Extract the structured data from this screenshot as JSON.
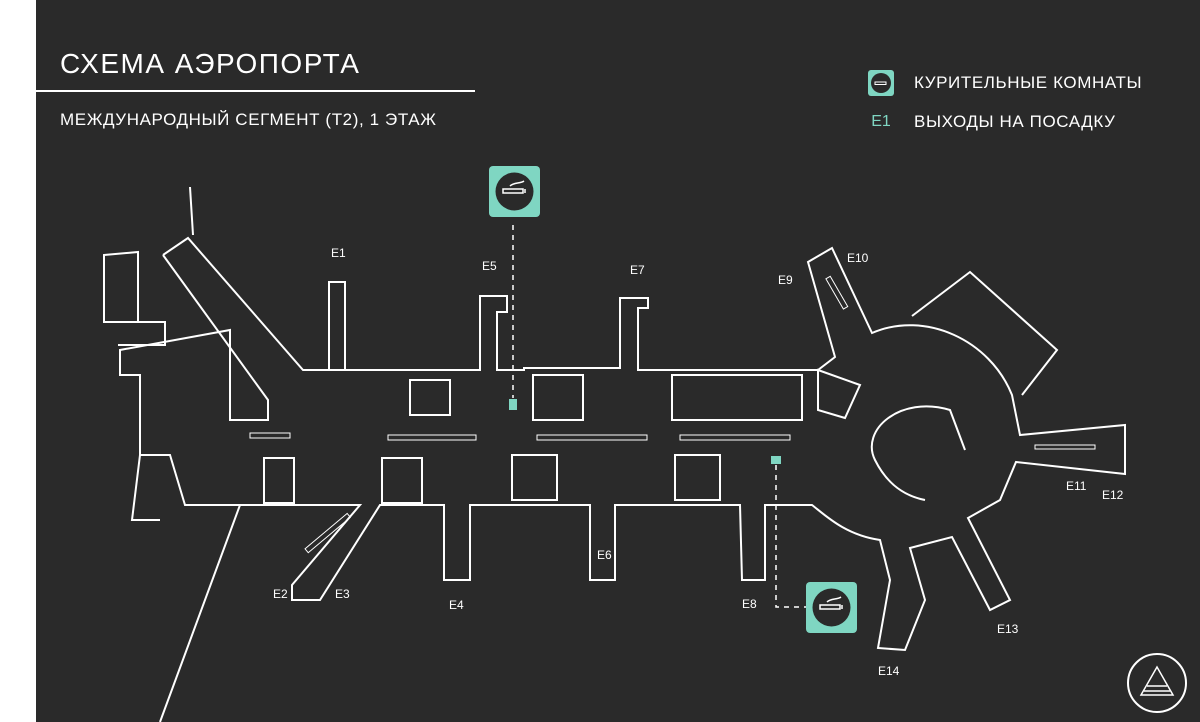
{
  "title": "СХЕМА АЭРОПОРТА",
  "subtitle": "МЕЖДУНАРОДНЫЙ СЕГМЕНТ (Т2), 1 ЭТАЖ",
  "legend": {
    "smoking_label": "КУРИТЕЛЬНЫЕ КОМНАТЫ",
    "gate_code": "E1",
    "gates_label": "ВЫХОДЫ НА ПОСАДКУ"
  },
  "gates": [
    "E1",
    "E2",
    "E3",
    "E4",
    "E5",
    "E6",
    "E7",
    "E8",
    "E9",
    "E10",
    "E11",
    "E12",
    "E13",
    "E14"
  ],
  "colors": {
    "background": "#2a2a2a",
    "outline": "#ffffff",
    "accent": "#7fd6c2"
  },
  "icons": {
    "smoking_room": "cigarette-icon",
    "logo": "airport-logo-icon"
  }
}
